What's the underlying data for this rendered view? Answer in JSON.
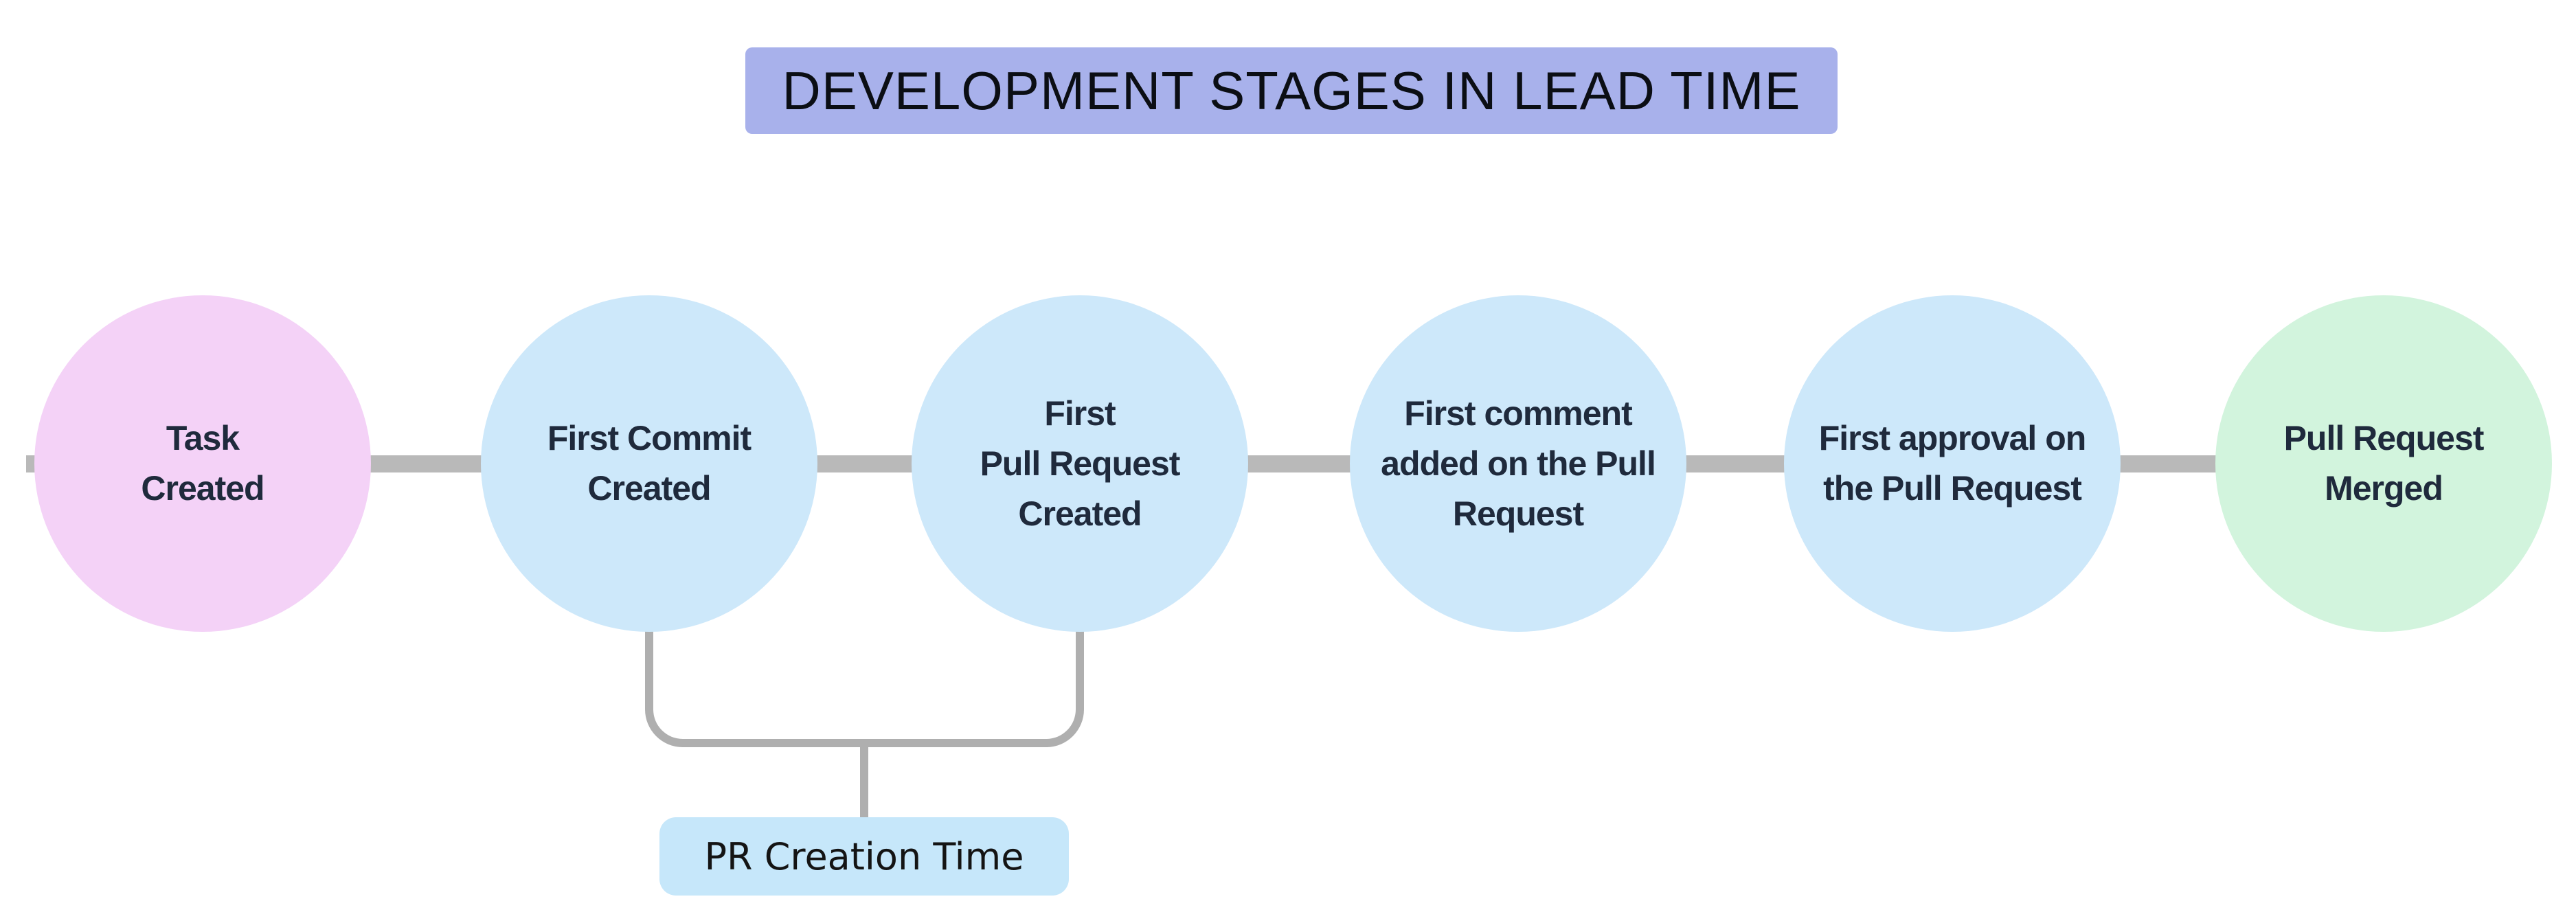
{
  "title": {
    "text": "DEVELOPMENT STAGES IN LEAD TIME",
    "bg": "#A8B1EB"
  },
  "stages": [
    {
      "label": "Task\nCreated",
      "color": "#F4D2F7"
    },
    {
      "label": "First Commit\nCreated",
      "color": "#CDE8FA"
    },
    {
      "label": "First\nPull Request\nCreated",
      "color": "#CDE8FA"
    },
    {
      "label": "First comment\nadded on the Pull\nRequest",
      "color": "#CDE8FA"
    },
    {
      "label": "First approval on\nthe Pull Request",
      "color": "#CDE8FA"
    },
    {
      "label": "Pull Request\nMerged",
      "color": "#D2F4DD"
    }
  ],
  "annotation": {
    "label": "PR Creation Time",
    "bg": "#C6E7FA"
  },
  "colors": {
    "connector": "#B9B9B9",
    "bracket": "#AFAFAF",
    "stage_text": "#1F2A3C",
    "title_text": "#0B0E14"
  }
}
